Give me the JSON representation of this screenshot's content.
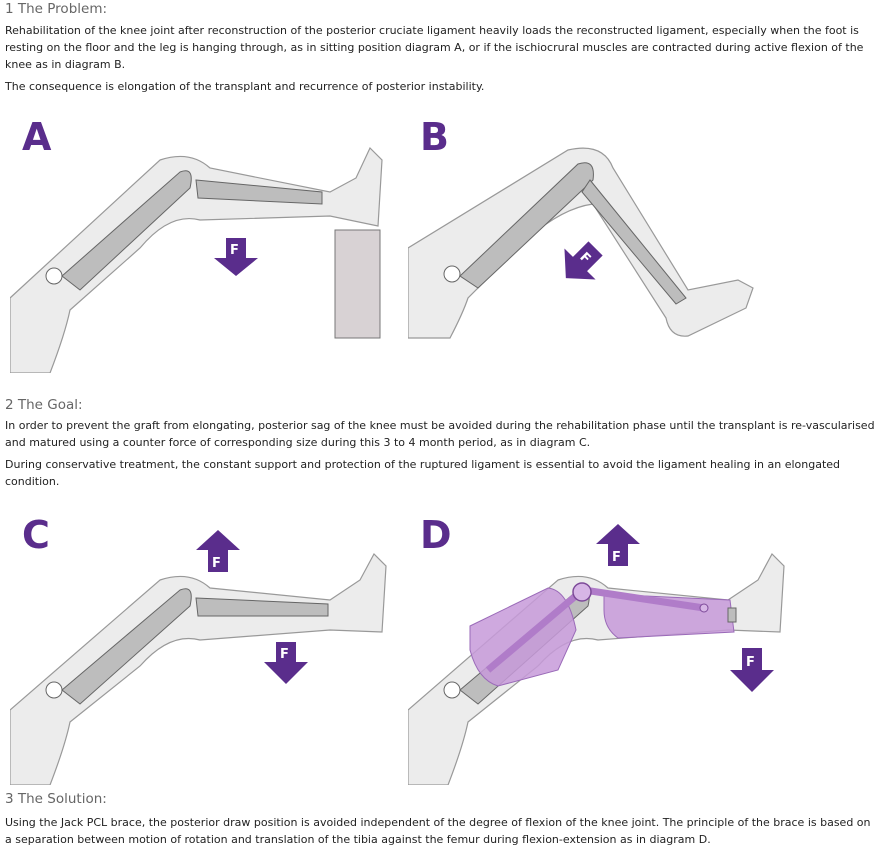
{
  "sections": [
    {
      "heading": "1 The Problem:",
      "paragraphs": [
        "Rehabilitation of the knee joint after reconstruction of the posterior cruciate ligament heavily loads the reconstructed ligament, especially when the foot is resting on the floor and the leg is hanging through, as in sitting position diagram A, or if the ischiocrural muscles are contracted during active flexion of the knee as in diagram B.",
        "The consequence is elongation of the transplant and recurrence of posterior instability."
      ]
    },
    {
      "heading": "2 The Goal:",
      "paragraphs": [
        "In order to prevent the graft from elongating, posterior sag of the knee must be avoided during the rehabilitation phase until the transplant is re-vascularised and matured using a counter force of corresponding size during this 3 to 4 month period, as in diagram C.",
        "During conservative treatment, the constant support and protection of the ruptured ligament is essential to avoid the ligament healing in an elongated condition."
      ]
    },
    {
      "heading": "3 The Solution:",
      "paragraphs": [
        "Using the Jack PCL brace, the posterior draw position is avoided independent of the degree of flexion of the knee joint. The principle of the brace is based on a separation between motion of rotation and translation of the tibia against the femur during flexion-extension as in diagram D."
      ]
    }
  ],
  "diagrams": {
    "a": {
      "label": "A",
      "force": "F"
    },
    "b": {
      "label": "B",
      "force": "F"
    },
    "c": {
      "label": "C",
      "force": "F",
      "force_up": "F"
    },
    "d": {
      "label": "D",
      "force": "F",
      "force_up": "F"
    }
  },
  "colors": {
    "label": "#5a2d8c",
    "arrow": "#5a2d8c",
    "brace": "#c79ad9",
    "bone": "#bdbdbd",
    "skin": "#ececec",
    "block": "#d8d2d4"
  }
}
